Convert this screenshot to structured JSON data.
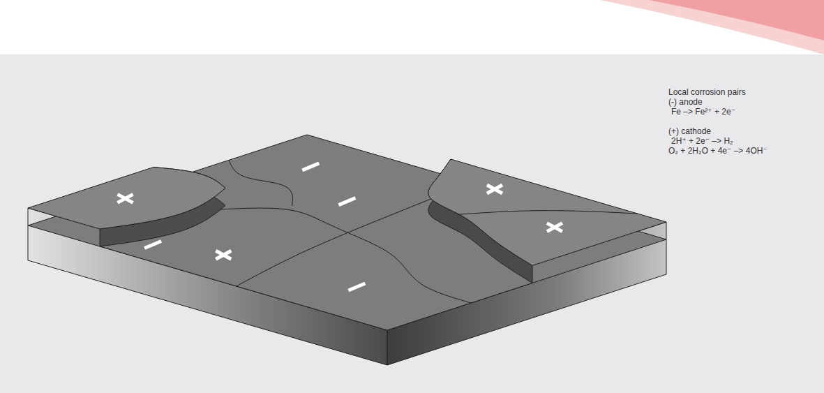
{
  "diagram": {
    "labels": [
      "Local corrosion pairs",
      "(-) anode",
      "Fe –> Fe²⁺ + 2e⁻",
      "(+) cathode",
      "2H⁺ + 2e⁻ –> H₂",
      "O₂ + 2H₂O + 4e⁻ –> 4OH⁻"
    ]
  }
}
